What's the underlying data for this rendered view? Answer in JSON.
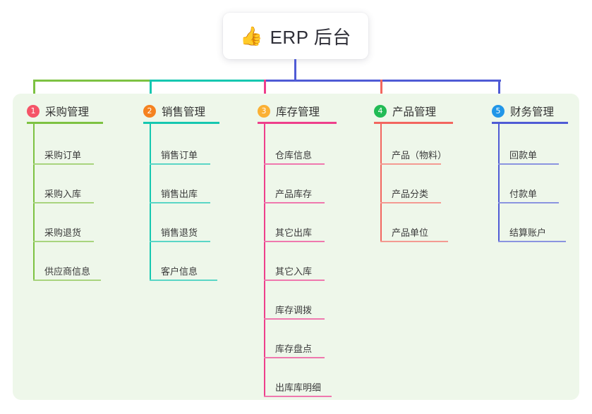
{
  "root": {
    "icon": "thumbs-up-icon",
    "icon_glyph": "👍",
    "title": "ERP 后台"
  },
  "theme": {
    "page_bg": "#ffffff",
    "panel_bg": "#eef7ea",
    "root_bg": "#ffffff",
    "text": "#333333",
    "trunk_color": "#4f5bd5"
  },
  "connector": {
    "segments": [
      {
        "name": "trunk-vertical",
        "color": "#4f5bd5"
      },
      {
        "name": "bus-green",
        "color": "#7dc242"
      },
      {
        "name": "bus-teal",
        "color": "#15c7b0"
      },
      {
        "name": "bus-blue",
        "color": "#4f5bd5"
      },
      {
        "name": "drop-1",
        "color": "#7dc242"
      },
      {
        "name": "drop-2",
        "color": "#15c7b0"
      },
      {
        "name": "drop-3",
        "color": "#ee3f8b"
      },
      {
        "name": "drop-4",
        "color": "#f2665f"
      },
      {
        "name": "drop-5",
        "color": "#4f5bd5"
      }
    ]
  },
  "columns": [
    {
      "number": "1",
      "title": "采购管理",
      "badge_color": "#f55467",
      "line_color": "#7dc242",
      "item_line_color": "#a8d47e",
      "items": [
        {
          "label": "采购订单"
        },
        {
          "label": "采购入库"
        },
        {
          "label": "采购退货"
        },
        {
          "label": "供应商信息"
        }
      ]
    },
    {
      "number": "2",
      "title": "销售管理",
      "badge_color": "#f58220",
      "line_color": "#15c7b0",
      "item_line_color": "#5ad6c6",
      "items": [
        {
          "label": "销售订单"
        },
        {
          "label": "销售出库"
        },
        {
          "label": "销售退货"
        },
        {
          "label": "客户信息"
        }
      ]
    },
    {
      "number": "3",
      "title": "库存管理",
      "badge_color": "#fbb034",
      "line_color": "#ee3f8b",
      "item_line_color": "#ef78ae",
      "items": [
        {
          "label": "仓库信息"
        },
        {
          "label": "产品库存"
        },
        {
          "label": "其它出库"
        },
        {
          "label": "其它入库"
        },
        {
          "label": "库存调拨"
        },
        {
          "label": "库存盘点"
        },
        {
          "label": "出库库明细"
        }
      ]
    },
    {
      "number": "4",
      "title": "产品管理",
      "badge_color": "#22bb55",
      "line_color": "#f2665f",
      "item_line_color": "#f49a92",
      "items": [
        {
          "label": "产品（物料）"
        },
        {
          "label": "产品分类"
        },
        {
          "label": "产品单位"
        }
      ]
    },
    {
      "number": "5",
      "title": "财务管理",
      "badge_color": "#2196e8",
      "line_color": "#4f5bd5",
      "item_line_color": "#8a94e0",
      "items": [
        {
          "label": "回款单"
        },
        {
          "label": "付款单"
        },
        {
          "label": "结算账户"
        }
      ]
    }
  ]
}
